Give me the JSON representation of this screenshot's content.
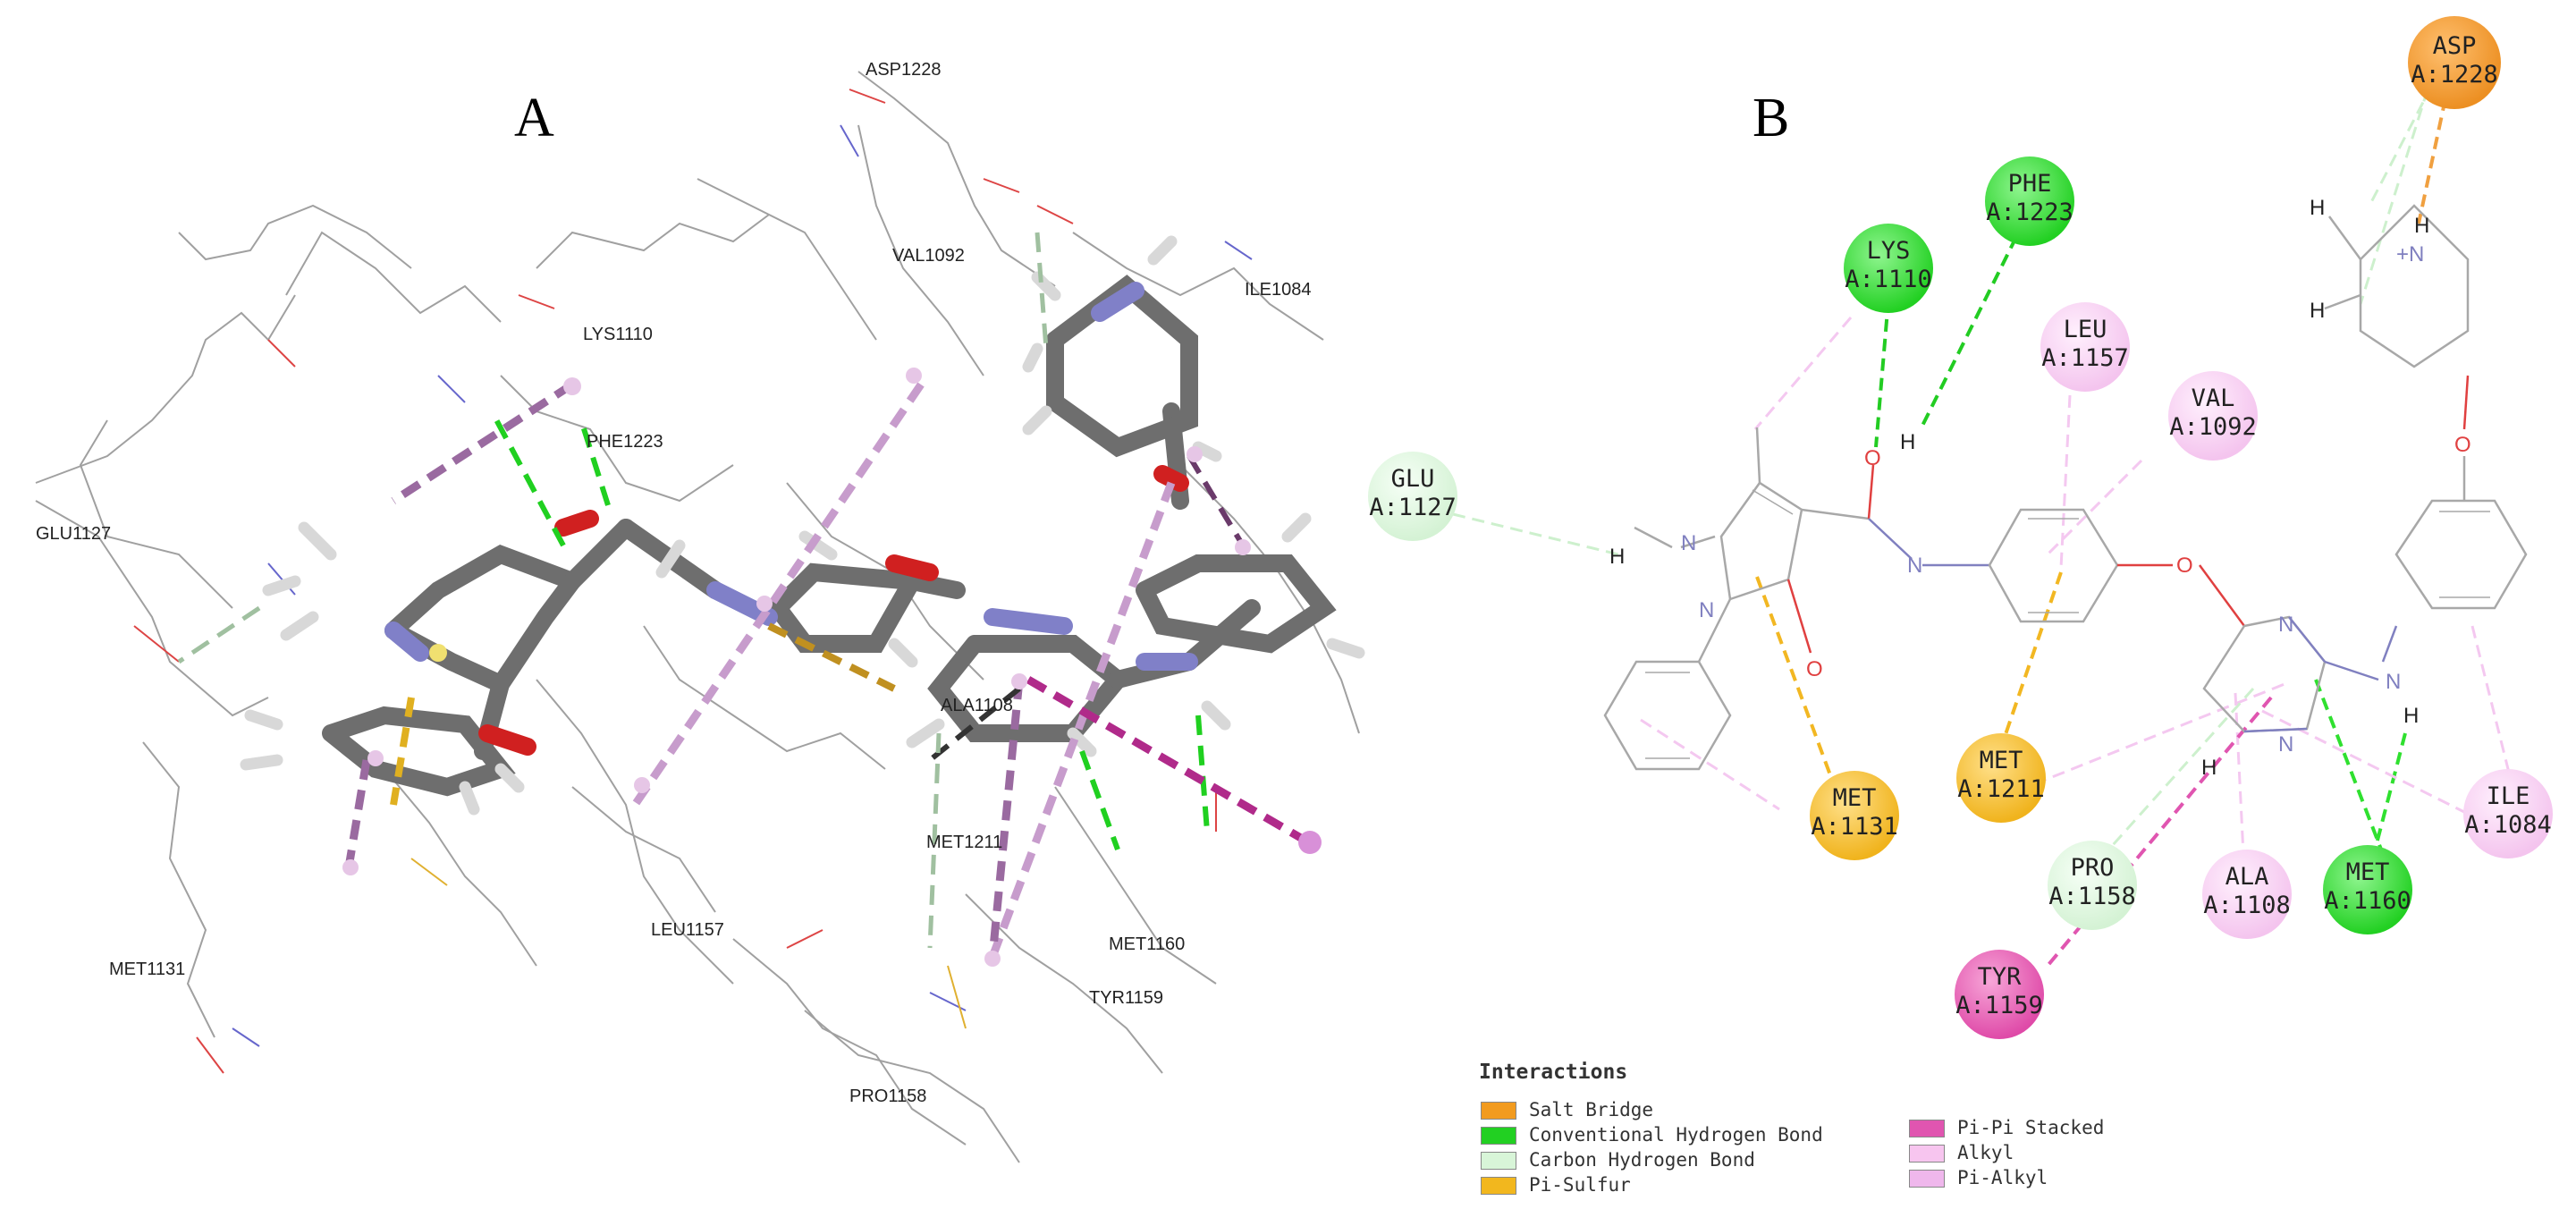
{
  "panels": {
    "a_label": "A",
    "b_label": "B"
  },
  "panel_a_residue_labels": [
    "ASP1228",
    "VAL1092",
    "ILE1084",
    "LYS1110",
    "PHE1223",
    "GLU1127",
    "ALA1108",
    "MET1211",
    "LEU1157",
    "MET1160",
    "TYR1159",
    "MET1131",
    "PRO1158"
  ],
  "panel_b": {
    "nodes": [
      {
        "name": "ASP",
        "id": "A:1228",
        "type": "salt_bridge"
      },
      {
        "name": "PHE",
        "id": "A:1223",
        "type": "conventional_hb"
      },
      {
        "name": "LYS",
        "id": "A:1110",
        "type": "conventional_hb"
      },
      {
        "name": "LEU",
        "id": "A:1157",
        "type": "alkyl"
      },
      {
        "name": "VAL",
        "id": "A:1092",
        "type": "alkyl"
      },
      {
        "name": "GLU",
        "id": "A:1127",
        "type": "carbon_hb"
      },
      {
        "name": "MET",
        "id": "A:1131",
        "type": "pi_sulfur"
      },
      {
        "name": "MET",
        "id": "A:1211",
        "type": "pi_sulfur"
      },
      {
        "name": "PRO",
        "id": "A:1158",
        "type": "carbon_hb"
      },
      {
        "name": "ALA",
        "id": "A:1108",
        "type": "alkyl"
      },
      {
        "name": "MET",
        "id": "A:1160",
        "type": "conventional_hb"
      },
      {
        "name": "ILE",
        "id": "A:1084",
        "type": "alkyl"
      },
      {
        "name": "TYR",
        "id": "A:1159",
        "type": "pi_pi"
      }
    ],
    "atoms": {
      "h": "H",
      "o": "O",
      "n": "N",
      "nplus": "+N"
    }
  },
  "legend": {
    "title": "Interactions",
    "items": [
      {
        "label": "Salt Bridge",
        "color": "#f29b1f"
      },
      {
        "label": "Conventional Hydrogen Bond",
        "color": "#22d022"
      },
      {
        "label": "Carbon Hydrogen Bond",
        "color": "#d8f5d8"
      },
      {
        "label": "Pi-Sulfur",
        "color": "#f2b71e"
      },
      {
        "label": "Pi-Pi Stacked",
        "color": "#e055b0"
      },
      {
        "label": "Alkyl",
        "color": "#f7c5ef"
      },
      {
        "label": "Pi-Alkyl",
        "color": "#efb7ec"
      }
    ]
  },
  "colors": {
    "salt_bridge": "#f0a040",
    "conventional_hb": "#3ee23e",
    "carbon_hb": "#dff5df",
    "pi_sulfur": "#f5c23a",
    "pi_pi": "#e862b8",
    "alkyl": "#f8d3f3"
  }
}
